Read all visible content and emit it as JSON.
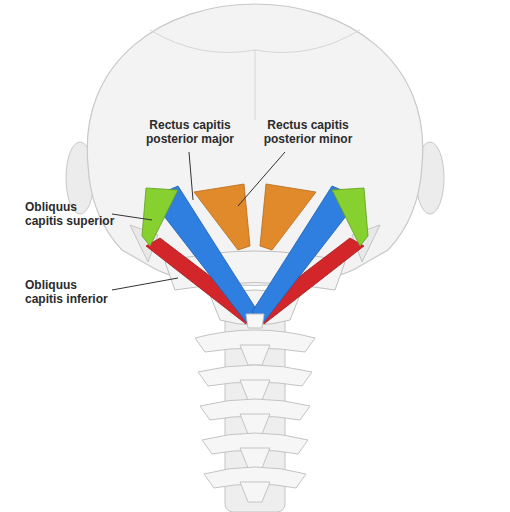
{
  "diagram": {
    "labels": [
      "Rectus capitis posterior major",
      "Rectus capitis posterior minor",
      "Obliquus capitis superior",
      "Obliquus capitis inferior"
    ]
  }
}
